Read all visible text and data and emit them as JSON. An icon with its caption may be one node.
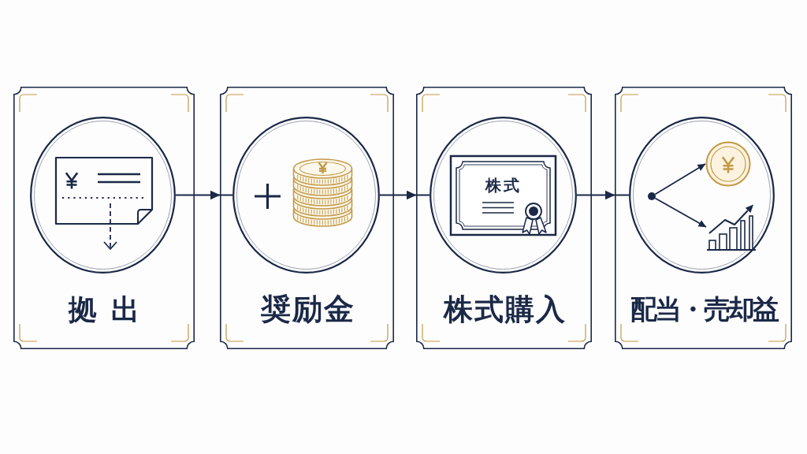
{
  "diagram": {
    "nodes": [
      {
        "text": [
          "拠出"
        ]
      },
      {
        "text": [],
        "shape": "circle",
        "in": 0
      },
      {
        "text": [
          "奨励金"
        ]
      },
      {
        "text": [],
        "shape": "circle",
        "in": 2
      },
      {
        "text": [
          "株式購入"
        ]
      },
      {
        "text": [],
        "shape": "circle",
        "in": 4
      },
      {
        "text": [
          "配当・売却益"
        ]
      },
      {
        "text": [],
        "shape": "circle",
        "in": 6
      },
      {
        "text": [],
        "shape": "circle",
        "in": 7
      },
      {
        "text": [],
        "shape": "picture",
        "in": 7
      },
      {
        "text": [],
        "shape": "picture",
        "in": 7
      }
    ],
    "edges": [
      {
        "from": 1,
        "to": 2,
        "arrow": "to"
      },
      {
        "from": 2,
        "to": 3,
        "arrow": "none"
      },
      {
        "from": 3,
        "to": 4,
        "arrow": "to"
      },
      {
        "from": 4,
        "to": 5,
        "arrow": "none"
      },
      {
        "from": 5,
        "to": 6,
        "arrow": "to"
      },
      {
        "from": 6,
        "to": 7,
        "arrow": "none"
      },
      {
        "from": 8,
        "to": 9,
        "arrow": "to"
      },
      {
        "from": 8,
        "to": 10,
        "arrow": "to"
      }
    ],
    "labels": [
      "株式"
    ]
  }
}
